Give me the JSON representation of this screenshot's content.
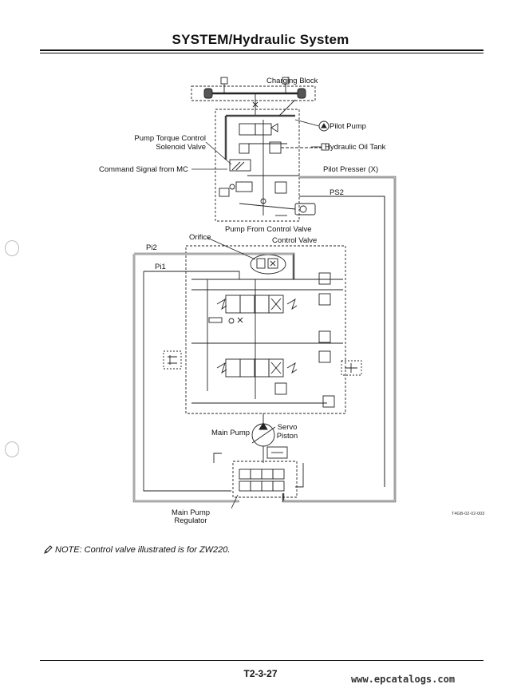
{
  "header": {
    "title": "SYSTEM/Hydraulic System"
  },
  "diagram": {
    "labels": {
      "charging_block": "Charging Block",
      "pilot_pump": "Pilot Pump",
      "pump_torque_control": "Pump Torque Control",
      "solenoid_valve": "Solenoid Valve",
      "hydraulic_oil_tank": "Hydraulic Oil Tank",
      "command_signal": "Command Signal from MC",
      "pilot_presser": "Pilot Presser (X)",
      "ps2": "PS2",
      "pump_from_control_valve": "Pump From Control Valve",
      "orifice": "Orifice",
      "control_valve": "Control Valve",
      "pi2": "Pi2",
      "pi1": "Pi1",
      "servo": "Servo",
      "piston": "Piston",
      "main_pump": "Main Pump",
      "main_pump_regulator_1": "Main Pump",
      "main_pump_regulator_2": "Regulator",
      "figure_code": "T4GB-02-02-003"
    }
  },
  "note": {
    "text": "NOTE: Control valve illustrated is for ZW220."
  },
  "footer": {
    "page_number": "T2-3-27",
    "watermark": "www.epcatalogs.com"
  }
}
